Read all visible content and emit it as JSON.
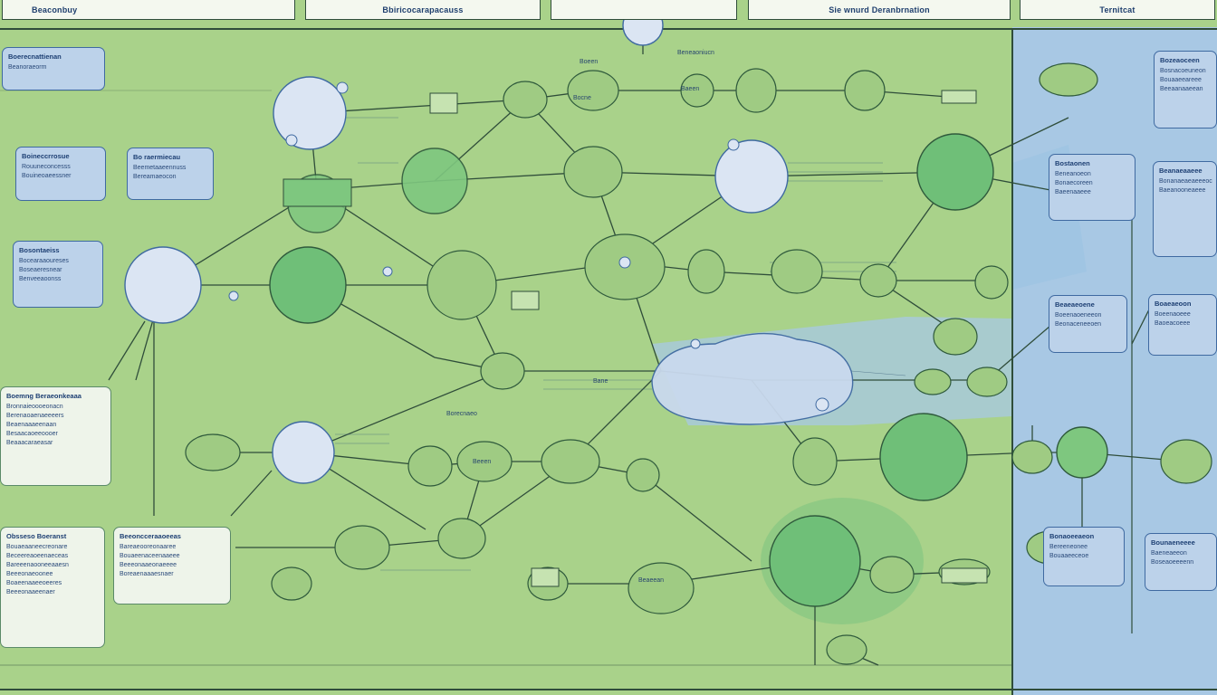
{
  "header": {
    "tabs": [
      {
        "id": "tab-1",
        "label": "Beaconbuy"
      },
      {
        "id": "tab-2",
        "label": "Bbiricocarapacauss"
      },
      {
        "id": "tab-3",
        "label": ""
      },
      {
        "id": "tab-4",
        "label": "Sie wnurd Deranbrnation"
      },
      {
        "id": "tab-5",
        "label": "Ternitcat"
      }
    ]
  },
  "cards": [
    {
      "id": "card-left-1",
      "title": "Boerecnattienan",
      "lines": [
        "Beanoraeorm"
      ]
    },
    {
      "id": "card-left-2",
      "title": "Boineccrrosue",
      "lines": [
        "Rouuneconcesss",
        "Bouineoaeessner"
      ]
    },
    {
      "id": "card-left-3",
      "title": "Bo raermiecau",
      "lines": [
        "Beemetaaeennuss",
        "Bereamaeocon"
      ]
    },
    {
      "id": "card-left-4",
      "title": "Bosontaeiss",
      "lines": [
        "Bocearaaoureses",
        "Boseaeresnear",
        "Benveeaoonss"
      ]
    },
    {
      "id": "card-left-5",
      "title": "Boemng Beraeonkeaaa",
      "lines": [
        "Bronnaieoooeonacn",
        "Berenaoaenaeeeers",
        "Beaenaaaeenaan",
        "Besaacaoeeoooer",
        "Beaaacaraeasar"
      ]
    },
    {
      "id": "card-left-6",
      "title": "Obsseso Boeranst",
      "lines": [
        "Bouaeaaneecreonare",
        "Beceereaoeenaeceas",
        "Bareeenaooneeaaesn",
        "Beeeonaeoonee",
        "Boaeenaaeeoeeres",
        "Beeeonaaeenaer"
      ]
    },
    {
      "id": "card-left-7",
      "title": "Beeoncceraaoeeas",
      "lines": [
        "Bareaeooreonaaree",
        "Bouaeenaceenaaeee",
        "Beeeonaaeonaeeee",
        "Boreaenaaaesnaer"
      ]
    },
    {
      "id": "card-right-1",
      "title": "Bozeaoceen",
      "lines": [
        "Bosnacoeuneon",
        "Bouaaeeareee",
        "Beeaanaaeean"
      ]
    },
    {
      "id": "card-right-2",
      "title": "Bostaonen",
      "lines": [
        "Beneanoeon",
        "Bonaecoreen",
        "Baeenaaeee"
      ]
    },
    {
      "id": "card-right-3",
      "title": "Beanaeaaeee",
      "lines": [
        "Bonanaeaeaeeeoc",
        "Baeanooneaeee"
      ]
    },
    {
      "id": "card-right-4",
      "title": "Beaeaeoene",
      "lines": [
        "Boeenaoeneeon",
        "Beonaceneeoen"
      ]
    },
    {
      "id": "card-right-5",
      "title": "Boaeaeoon",
      "lines": [
        "Boeenaoeee",
        "Baoeacoeee"
      ]
    },
    {
      "id": "card-right-6",
      "title": "Bonaoeeaeon",
      "lines": [
        "Bereeneonee",
        "Bouaaeeceoe"
      ]
    },
    {
      "id": "card-right-7",
      "title": "Bounaeneeee",
      "lines": [
        "Baeneaeeon",
        "Boseaoeeeenn"
      ]
    }
  ],
  "node_labels": [
    {
      "id": "lbl-1",
      "text": "Beneaoniucn"
    },
    {
      "id": "lbl-2",
      "text": "Boeen"
    },
    {
      "id": "lbl-3",
      "text": "Bocne"
    },
    {
      "id": "lbl-4",
      "text": "Baeen"
    },
    {
      "id": "lbl-5",
      "text": "Bane"
    },
    {
      "id": "lbl-6",
      "text": "Borecnaeo"
    },
    {
      "id": "lbl-7",
      "text": "Beeen"
    },
    {
      "id": "lbl-8",
      "text": "Beaeean"
    }
  ],
  "colors": {
    "board_green": "#a9d28a",
    "right_panel_blue": "#a8c8e4",
    "edge": "#2f4d3a",
    "node_green": "#6fbf78",
    "node_blue": "#dbe5f3",
    "card_blue": "#bcd2ea"
  }
}
